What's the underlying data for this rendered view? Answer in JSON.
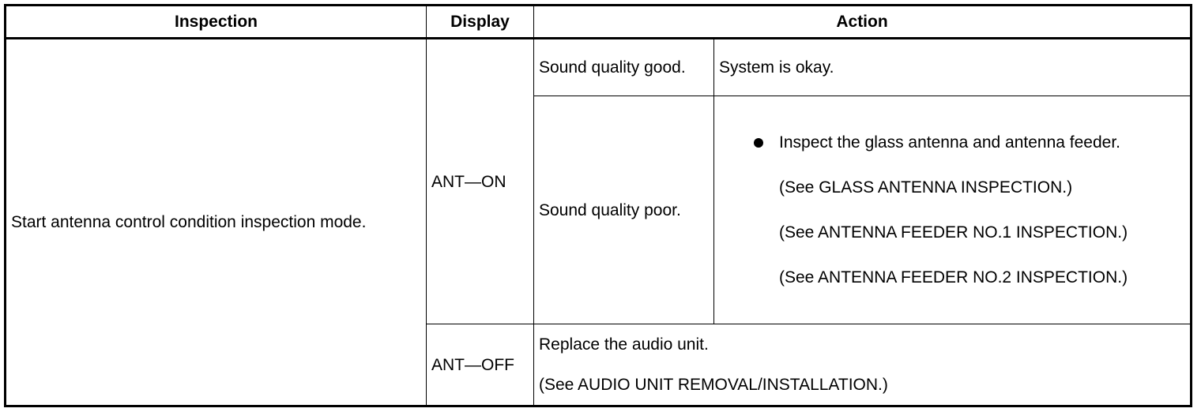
{
  "headers": {
    "inspection": "Inspection",
    "display": "Display",
    "action": "Action"
  },
  "inspection_text": "Start antenna control condition inspection mode.",
  "ant_on": {
    "display": "ANT—ON",
    "good": {
      "condition": "Sound quality good.",
      "action": "System is okay."
    },
    "poor": {
      "condition": "Sound quality poor.",
      "bullet": "Inspect the glass antenna and antenna feeder.",
      "refs": [
        "(See GLASS ANTENNA INSPECTION.)",
        "(See ANTENNA FEEDER NO.1 INSPECTION.)",
        "(See ANTENNA FEEDER NO.2 INSPECTION.)"
      ]
    }
  },
  "ant_off": {
    "display": "ANT—OFF",
    "action": "Replace the audio unit.",
    "ref": "(See AUDIO UNIT REMOVAL/INSTALLATION.)"
  }
}
